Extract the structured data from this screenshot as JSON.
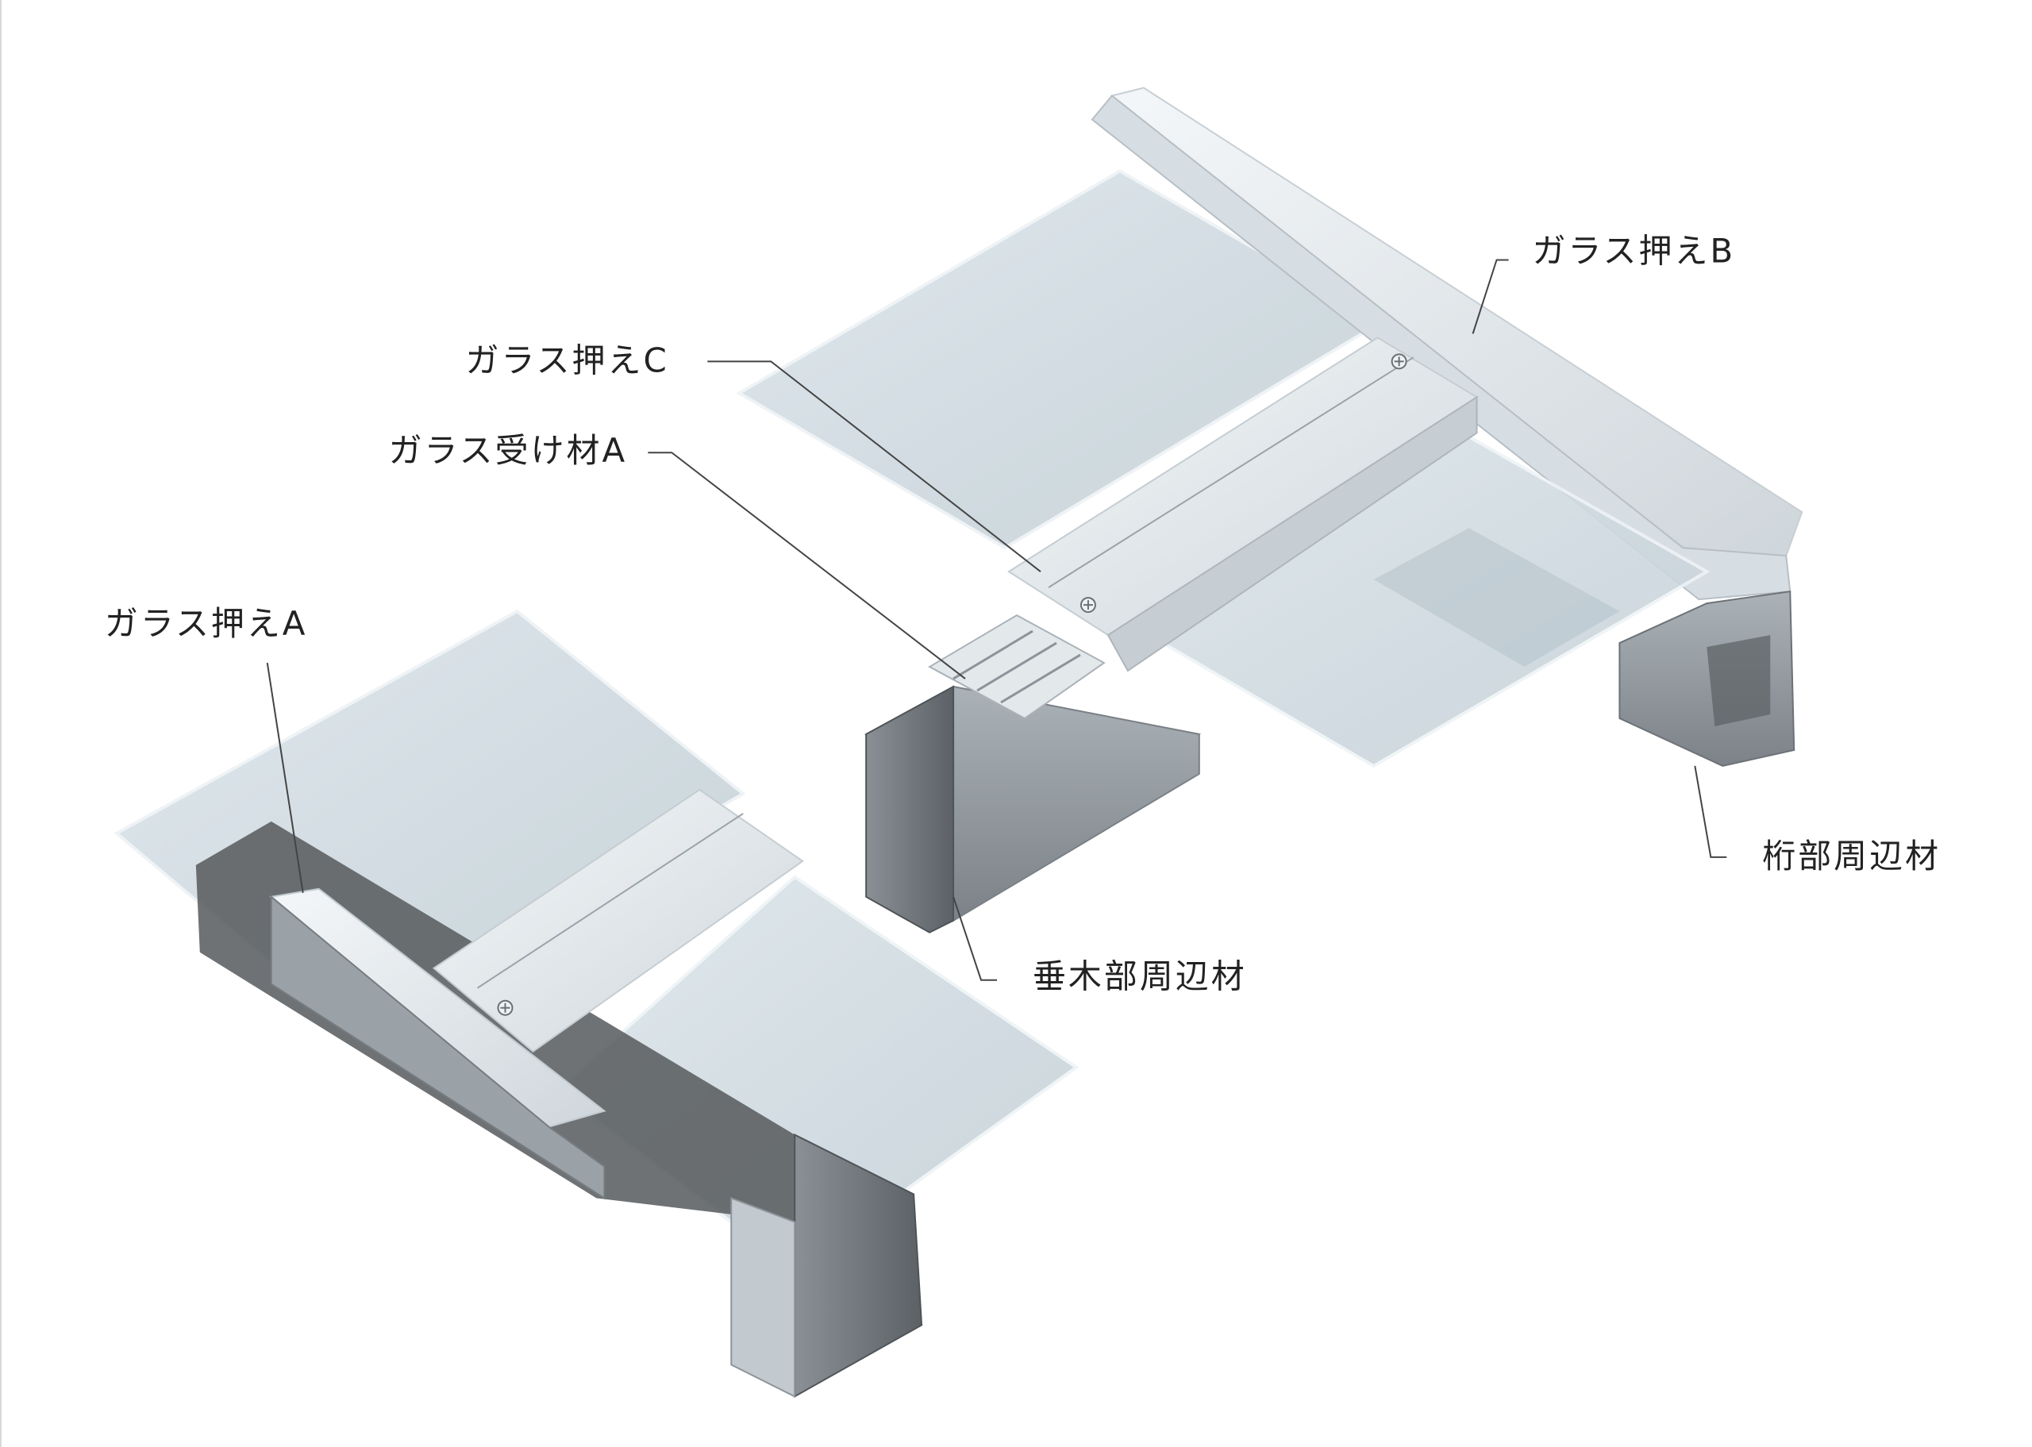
{
  "labels": {
    "glass_stop_a": "ガラス押えA",
    "glass_stop_b": "ガラス押えB",
    "glass_stop_c": "ガラス押えC",
    "glass_support_a": "ガラス受け材A",
    "mullion_perimeter": "垂木部周辺材",
    "beam_perimeter": "桁部周辺材"
  },
  "icons": {
    "screw": "screw-icon"
  },
  "colors": {
    "glass": "#c9d5dc",
    "glass_edge": "#e6eef2",
    "aluminum_light": "#e9eef1",
    "aluminum_mid": "#b9c1c7",
    "aluminum_dark": "#6d7378",
    "shadow": "#4a4c4e",
    "text": "#222222",
    "leader": "#444444"
  }
}
